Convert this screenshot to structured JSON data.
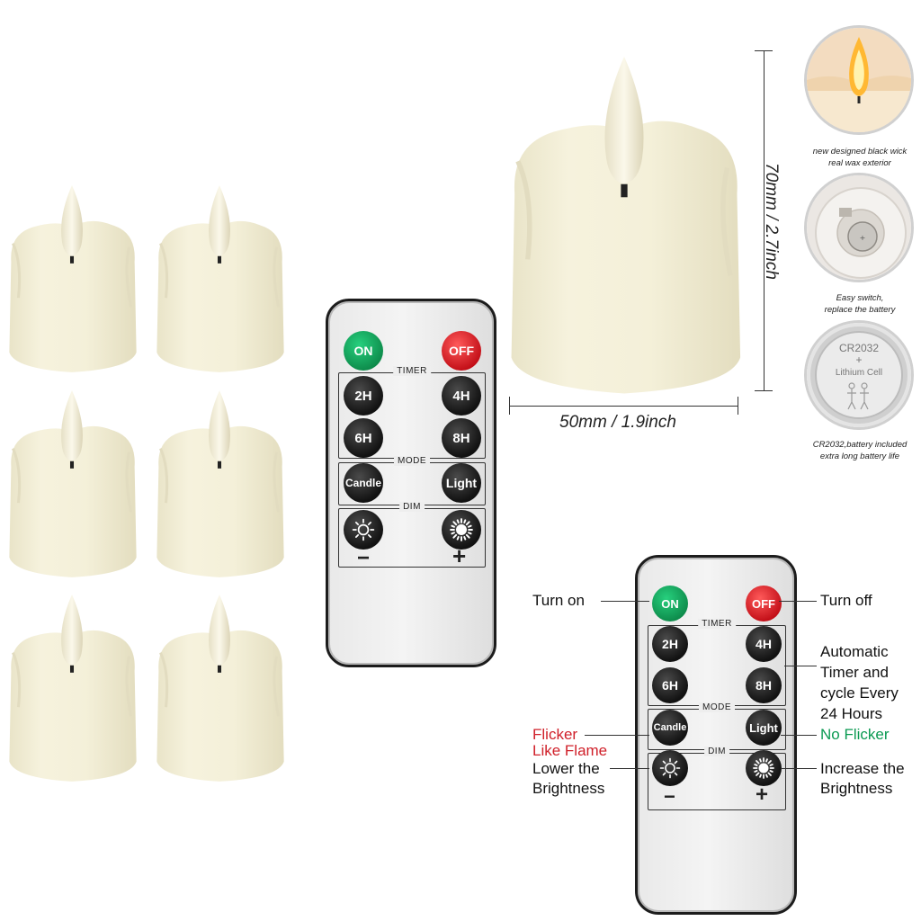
{
  "remote": {
    "on": "ON",
    "off": "OFF",
    "timer_label": "TIMER",
    "t2": "2H",
    "t4": "4H",
    "t6": "6H",
    "t8": "8H",
    "mode_label": "MODE",
    "candle": "Candle",
    "light": "Light",
    "dim_label": "DIM",
    "minus": "−",
    "plus": "+"
  },
  "dimensions": {
    "height": "70mm / 2.7inch",
    "width": "50mm / 1.9inch"
  },
  "features": {
    "wick_line1": "new designed black wick",
    "wick_line2": "real wax exterior",
    "switch_line1": "Easy switch,",
    "switch_line2": "replace the battery",
    "battery_line1": "CR2032,battery included",
    "battery_line2": "extra long battery life"
  },
  "coin_cell": {
    "model": "CR2032",
    "type": "Lithium Cell"
  },
  "annotations": {
    "turn_on": "Turn on",
    "turn_off": "Turn off",
    "auto_l1": "Automatic",
    "auto_l2": "Timer and",
    "auto_l3": "cycle Every",
    "auto_l4": "24 Hours",
    "flicker_l1": "Flicker",
    "flicker_l2": "Like Flame",
    "no_flicker": "No Flicker",
    "lower_l1": "Lower the",
    "lower_l2": "Brightness",
    "increase_l1": "Increase the",
    "increase_l2": "Brightness"
  },
  "colors": {
    "on_button": "#0d8a4a",
    "off_button": "#c10d16",
    "flicker_text": "#d0202a",
    "no_flicker_text": "#0b9a52",
    "wax": "#f3efd8"
  },
  "icons": {
    "dim_minus": "sun-outline-icon",
    "dim_plus": "sun-filled-icon"
  }
}
